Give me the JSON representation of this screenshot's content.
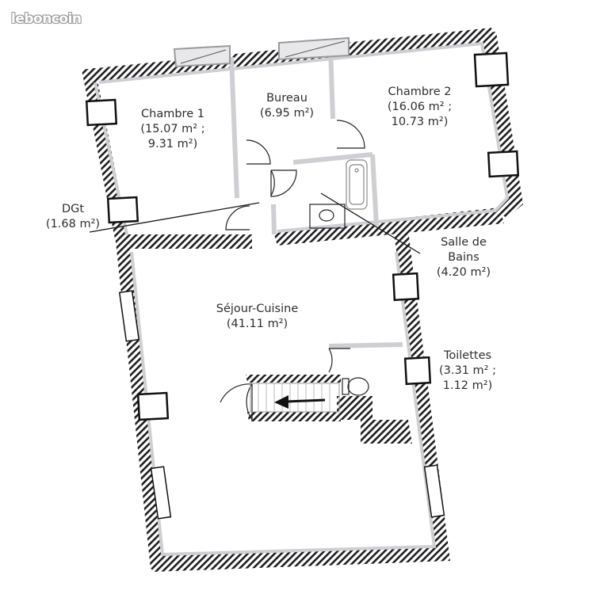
{
  "watermark": {
    "text": "leboncoin"
  },
  "colors": {
    "wall_hatch": "#1e1e1e",
    "wall_fill": "#ffffff",
    "partition": "#cfcfd3",
    "text": "#2e2e2e",
    "line": "#1a1a1a"
  },
  "rooms": [
    {
      "id": "chambre1",
      "name": "Chambre 1",
      "area": "(15.07 m² ;",
      "area2": "9.31 m²)"
    },
    {
      "id": "bureau",
      "name": "Bureau",
      "area": "(6.95 m²)"
    },
    {
      "id": "chambre2",
      "name": "Chambre 2",
      "area": "(16.06 m² ;",
      "area2": "10.73 m²)"
    },
    {
      "id": "dgt",
      "name": "DGt",
      "area": "(1.68 m²)"
    },
    {
      "id": "salle-de-bains",
      "name": "Salle de",
      "name2": "Bains",
      "area": "(4.20 m²)"
    },
    {
      "id": "sejour-cuisine",
      "name": "Séjour-Cuisine",
      "area": "(41.11 m²)"
    },
    {
      "id": "toilettes",
      "name": "Toilettes",
      "area": "(3.31 m² ;",
      "area2": "1.12 m²)"
    }
  ],
  "fixtures": [
    "bathtub",
    "washbasin",
    "toilet",
    "staircase-down-arrow"
  ]
}
